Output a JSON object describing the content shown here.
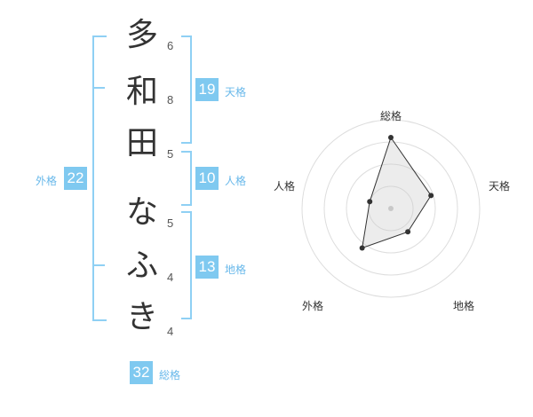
{
  "name_chars": [
    {
      "char": "多",
      "strokes": "6"
    },
    {
      "char": "和",
      "strokes": "8"
    },
    {
      "char": "田",
      "strokes": "5"
    },
    {
      "char": "な",
      "strokes": "5"
    },
    {
      "char": "ふ",
      "strokes": "4"
    },
    {
      "char": "き",
      "strokes": "4"
    }
  ],
  "fortune": {
    "tenkaku": {
      "label": "天格",
      "value": "19"
    },
    "jinkaku": {
      "label": "人格",
      "value": "10"
    },
    "chikaku": {
      "label": "地格",
      "value": "13"
    },
    "gaikaku": {
      "label": "外格",
      "value": "22"
    },
    "soukaku": {
      "label": "総格",
      "value": "32"
    }
  },
  "chart_data": {
    "type": "radar",
    "axes": [
      "総格",
      "天格",
      "地格",
      "外格",
      "人格"
    ],
    "values": [
      32,
      19,
      13,
      22,
      10
    ],
    "rings": 4,
    "max": 40
  },
  "colors": {
    "accent": "#7fc9f0",
    "label": "#68b8ea",
    "bracket": "#8fd0f4"
  }
}
